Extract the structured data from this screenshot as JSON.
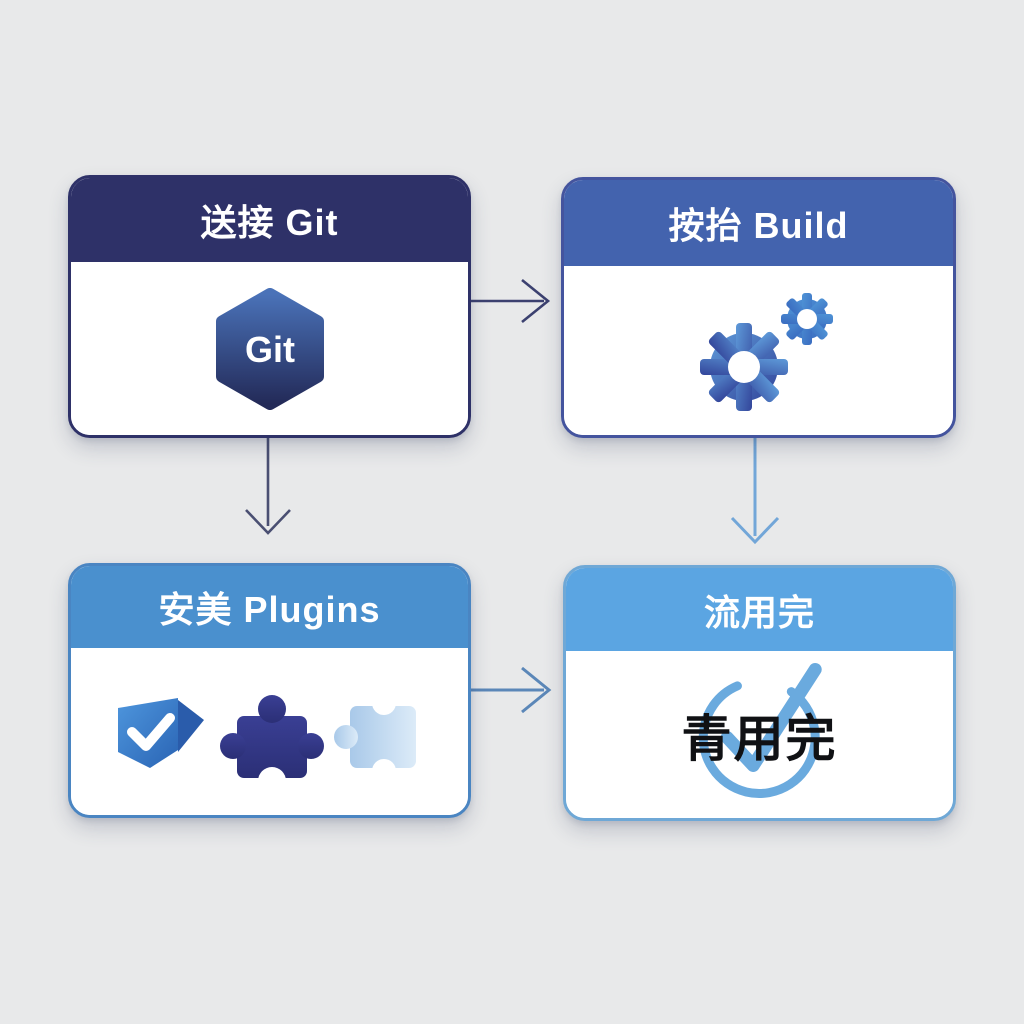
{
  "background_color": "#e8e9ea",
  "diagram_type": "flowchart",
  "cards": [
    {
      "id": "clone-git",
      "title": "送接 Git",
      "header_color": "#2e3168",
      "border_color": "#2e3168",
      "icon": "git-hexagon-icon",
      "icon_text": "Git",
      "icon_colors": [
        "#4a72b8",
        "#232a58"
      ]
    },
    {
      "id": "build",
      "title": "按抬 Build",
      "header_color": "#4363ae",
      "border_color": "#44549e",
      "icon": "gears-icon",
      "icon_colors": [
        "#5e9ad9",
        "#33459a",
        "#4283cd"
      ]
    },
    {
      "id": "install-plugins",
      "title": "安美 Plugins",
      "header_color": "#4a90ce",
      "border_color": "#4a85c2",
      "icons": [
        "check-badge-icon",
        "puzzle-piece-dark-icon",
        "puzzle-piece-light-icon"
      ],
      "icon_colors": [
        "#3b82d0",
        "#2a5cab",
        "#333a8c",
        "#a9c9e9",
        "#dcebf8"
      ]
    },
    {
      "id": "done",
      "title": "流用完",
      "header_color": "#5ba5e2",
      "border_color": "#6fa8d6",
      "body_text": "青用完",
      "icon": "check-circle-icon",
      "icon_colors": [
        "#6aaade"
      ]
    }
  ],
  "arrows": [
    {
      "from": "clone-git",
      "to": "build",
      "direction": "right",
      "color": "#3c4170"
    },
    {
      "from": "clone-git",
      "to": "install-plugins",
      "direction": "down",
      "color": "#4a4f72"
    },
    {
      "from": "build",
      "to": "done",
      "direction": "down",
      "color": "#72a6d8"
    },
    {
      "from": "install-plugins",
      "to": "done",
      "direction": "right",
      "color": "#5b87b8"
    }
  ]
}
